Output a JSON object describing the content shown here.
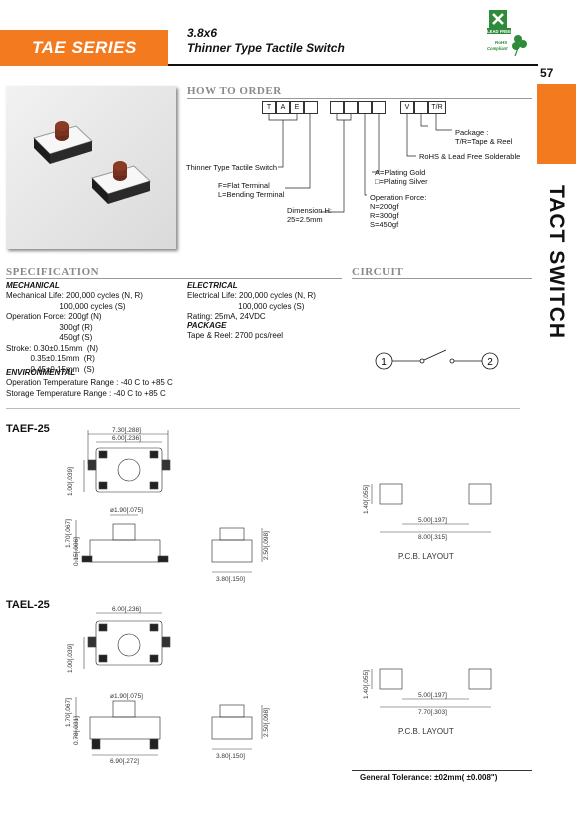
{
  "header": {
    "series": "TAE SERIES",
    "size": "3.8x6",
    "product": "Thinner Type Tactile Switch",
    "page_number": "57",
    "side_label": "TACT SWITCH",
    "badge_lead_free": "LEAD FREE",
    "badge_rohs": "RoHS",
    "badge_compliant": "Compliant"
  },
  "how_to_order": {
    "title": "HOW TO ORDER",
    "boxes": [
      "T",
      "A",
      "E",
      "",
      "",
      "",
      "",
      "",
      "V",
      "",
      "T/R"
    ],
    "labels": {
      "package": "Package :\nT/R=Tape & Reel",
      "rohs": "RoHS & Lead Free Solderable",
      "plating": "A=Plating Gold\n□=Plating Silver",
      "force": "Operation Force:\nN=200gf\nR=300gf\nS=450gf",
      "dimension": "Dimension H:\n25=2.5mm",
      "terminal": "F=Flat Terminal\nL=Bending Terminal",
      "type": "Thinner Type Tactile Switch"
    }
  },
  "specification": {
    "title": "SPECIFICATION",
    "mechanical_title": "MECHANICAL",
    "mechanical": "Mechanical Life: 200,000 cycles (N, R)\n                        100,000 cycles (S)\nOperation Force: 200gf (N)\n                        300gf (R)\n                        450gf (S)\nStroke: 0.30±0.15mm  (N)\n           0.35±0.15mm  (R)\n           0.45±0.15mm  (S)",
    "environmental_title": "ENVIRONMENTAL",
    "environmental": "Operation Temperature Range : -40 C to +85 C\nStorage Temperature Range : -40 C to +85 C",
    "electrical_title": "ELECTRICAL",
    "electrical": "Electrical Life: 200,000 cycles (N, R)\n                       100,000 cycles (S)\nRating: 25mA, 24VDC",
    "package_title": "PACKAGE",
    "package": "Tape & Reel: 2700 pcs/reel"
  },
  "circuit": {
    "title": "CIRCUIT",
    "pin1": "1",
    "pin2": "2"
  },
  "drawings": [
    {
      "part": "TAEF-25",
      "dims": {
        "total_width": "7.30[.288]",
        "body_width": "6.00[.236]",
        "height_top": "1.00[.039]",
        "height_side": "1.70[.067]",
        "terminal_t": "0.15[.006]",
        "actuator_dia": "ø1.90[.075]",
        "height_end": "2.50[.098]",
        "depth": "3.80[.150]",
        "pad_h": "1.40[.055]",
        "pad_gap": "5.00[.197]",
        "pad_span": "8.00[.315]"
      },
      "pcb_label": "P.C.B.  LAYOUT"
    },
    {
      "part": "TAEL-25",
      "dims": {
        "body_width": "6.00[.236]",
        "height_top": "1.00[.039]",
        "height_side": "1.70[.067]",
        "terminal_t": "0.78[.031]",
        "actuator_dia": "ø1.90[.075]",
        "height_end": "2.50[.098]",
        "bottom_width": "6.90[.272]",
        "depth": "3.80[.150]",
        "pad_h": "1.40[.055]",
        "pad_gap": "5.00[.197]",
        "pad_span": "7.70[.303]"
      },
      "pcb_label": "P.C.B.  LAYOUT"
    }
  ],
  "footer": {
    "tolerance": "General Tolerance: ±02mm( ±0.008\")"
  },
  "colors": {
    "accent": "#f47a20"
  }
}
